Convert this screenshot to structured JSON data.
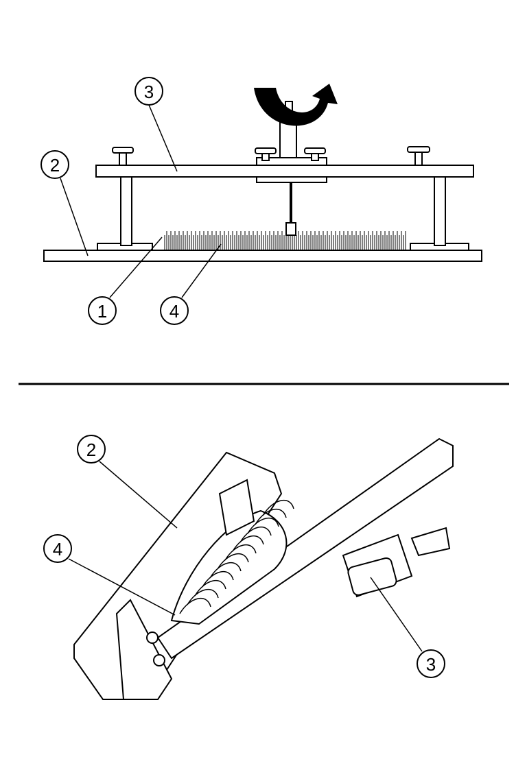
{
  "figure": {
    "top_view": {
      "callouts": [
        {
          "id": "callout-3",
          "label": "3"
        },
        {
          "id": "callout-2",
          "label": "2"
        },
        {
          "id": "callout-1",
          "label": "1"
        },
        {
          "id": "callout-4",
          "label": "4"
        }
      ]
    },
    "bottom_view": {
      "callouts": [
        {
          "id": "callout-2",
          "label": "2"
        },
        {
          "id": "callout-4",
          "label": "4"
        },
        {
          "id": "callout-3",
          "label": "3"
        }
      ]
    },
    "colors": {
      "line": "#000000",
      "fill": "#ffffff"
    }
  }
}
